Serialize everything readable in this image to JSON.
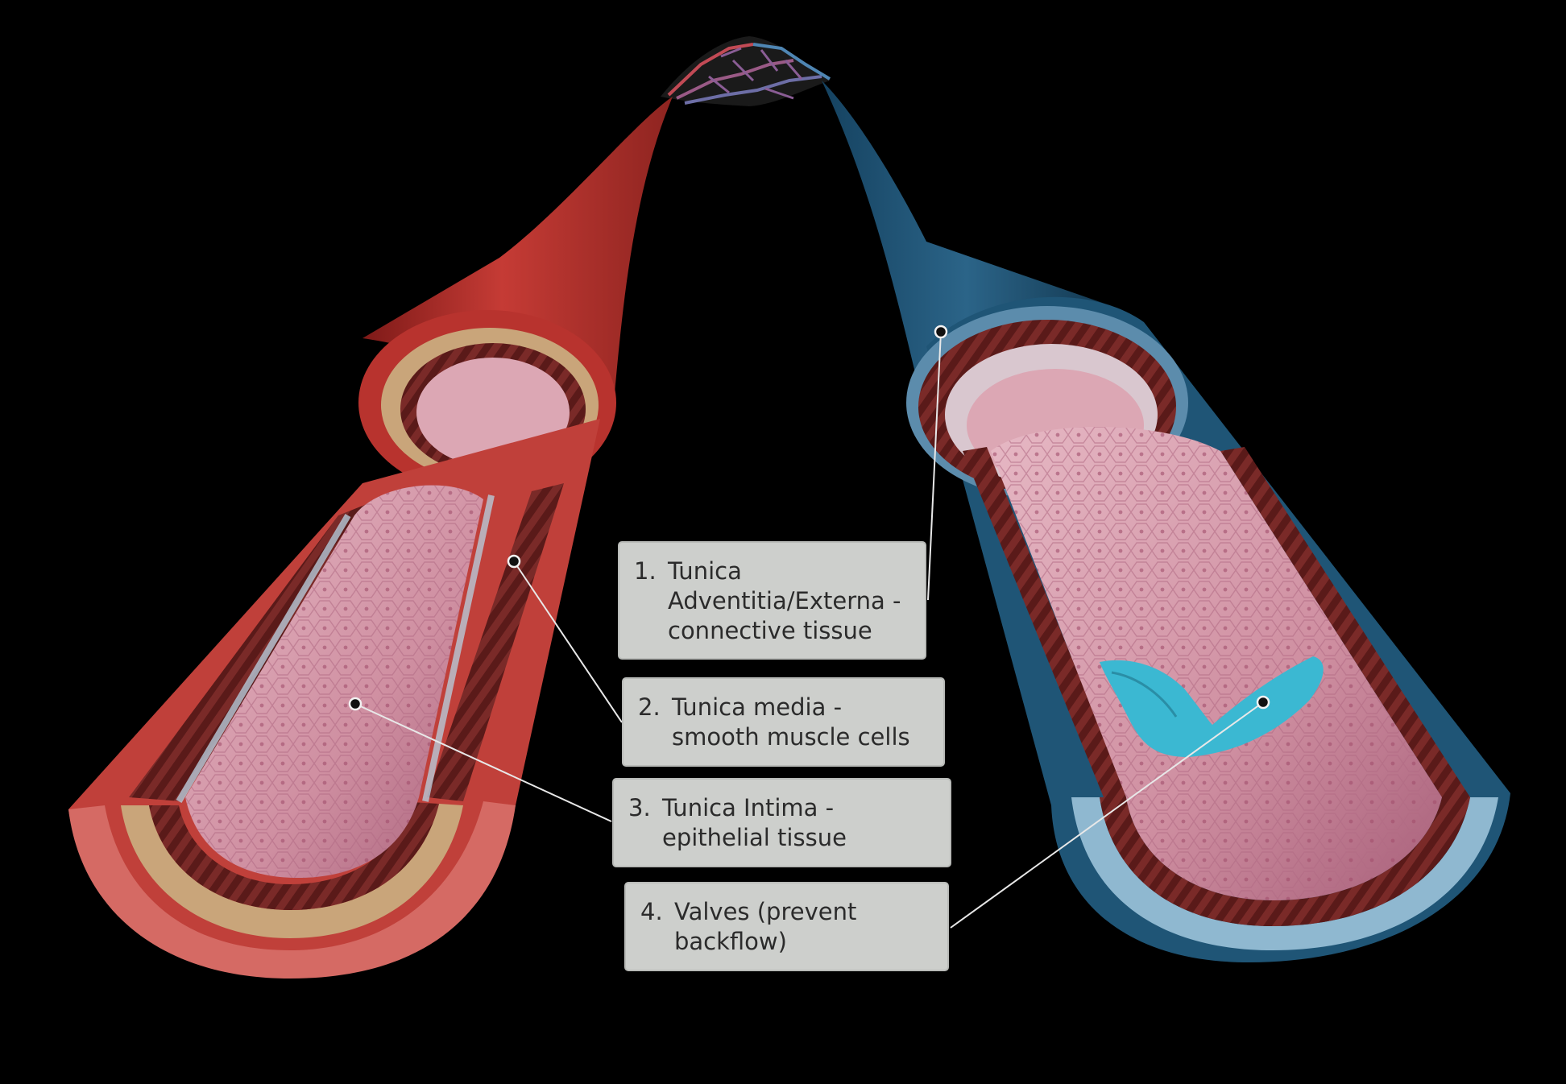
{
  "labels": [
    {
      "num": "1.",
      "text": "Tunica Adventitia/Externa - connective tissue"
    },
    {
      "num": "2.",
      "text": "Tunica media - smooth muscle cells"
    },
    {
      "num": "3.",
      "text": "Tunica Intima - epithelial tissue"
    },
    {
      "num": "4.",
      "text": "Valves (prevent backflow)"
    }
  ],
  "colors": {
    "background": "#000000",
    "artery": "#b8332e",
    "vein": "#1f5576",
    "lumen": "#d79aaa",
    "valve": "#3bb8d2",
    "label_bg": "#cdcfcc"
  }
}
